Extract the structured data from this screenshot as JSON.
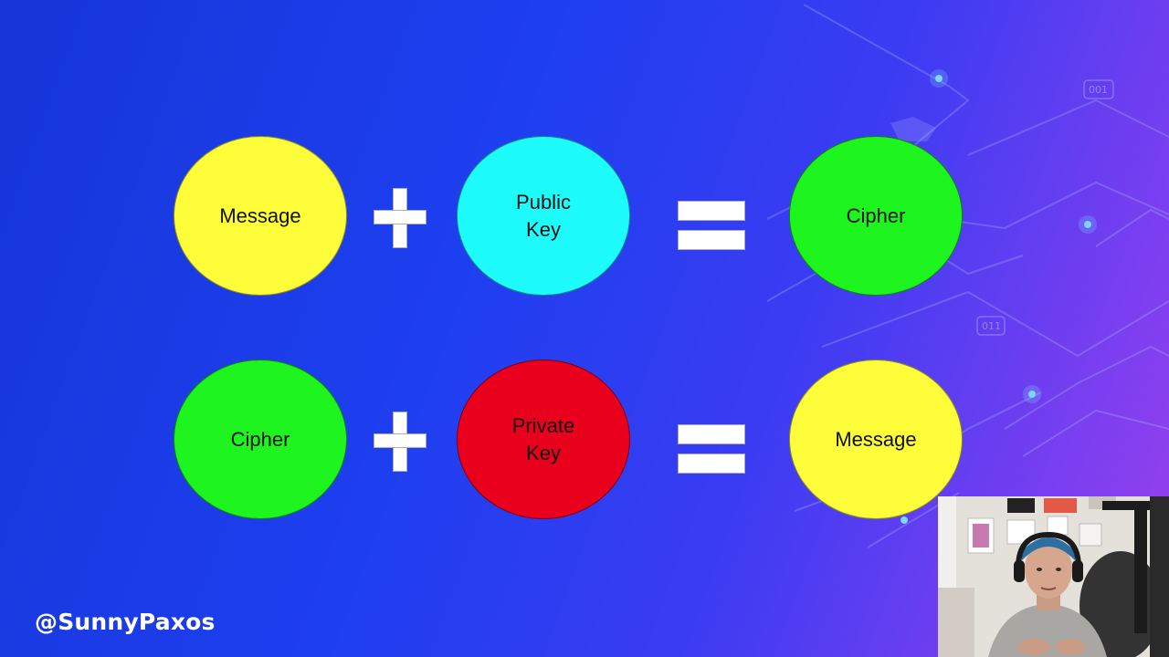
{
  "diagram": {
    "row1": {
      "left": {
        "label": "Message",
        "color": "#fdfd3a"
      },
      "middle": {
        "label": "Public\nKey",
        "color": "#1efbfb"
      },
      "result": {
        "label": "Cipher",
        "color": "#1ef51e"
      }
    },
    "row2": {
      "left": {
        "label": "Cipher",
        "color": "#1ef51e"
      },
      "middle": {
        "label": "Private\nKey",
        "color": "#e8001c"
      },
      "result": {
        "label": "Message",
        "color": "#fdfd3a"
      }
    }
  },
  "watermark": {
    "handle": "@SunnyPaxos"
  },
  "decor": {
    "bg_tags": [
      "001",
      "011"
    ]
  }
}
